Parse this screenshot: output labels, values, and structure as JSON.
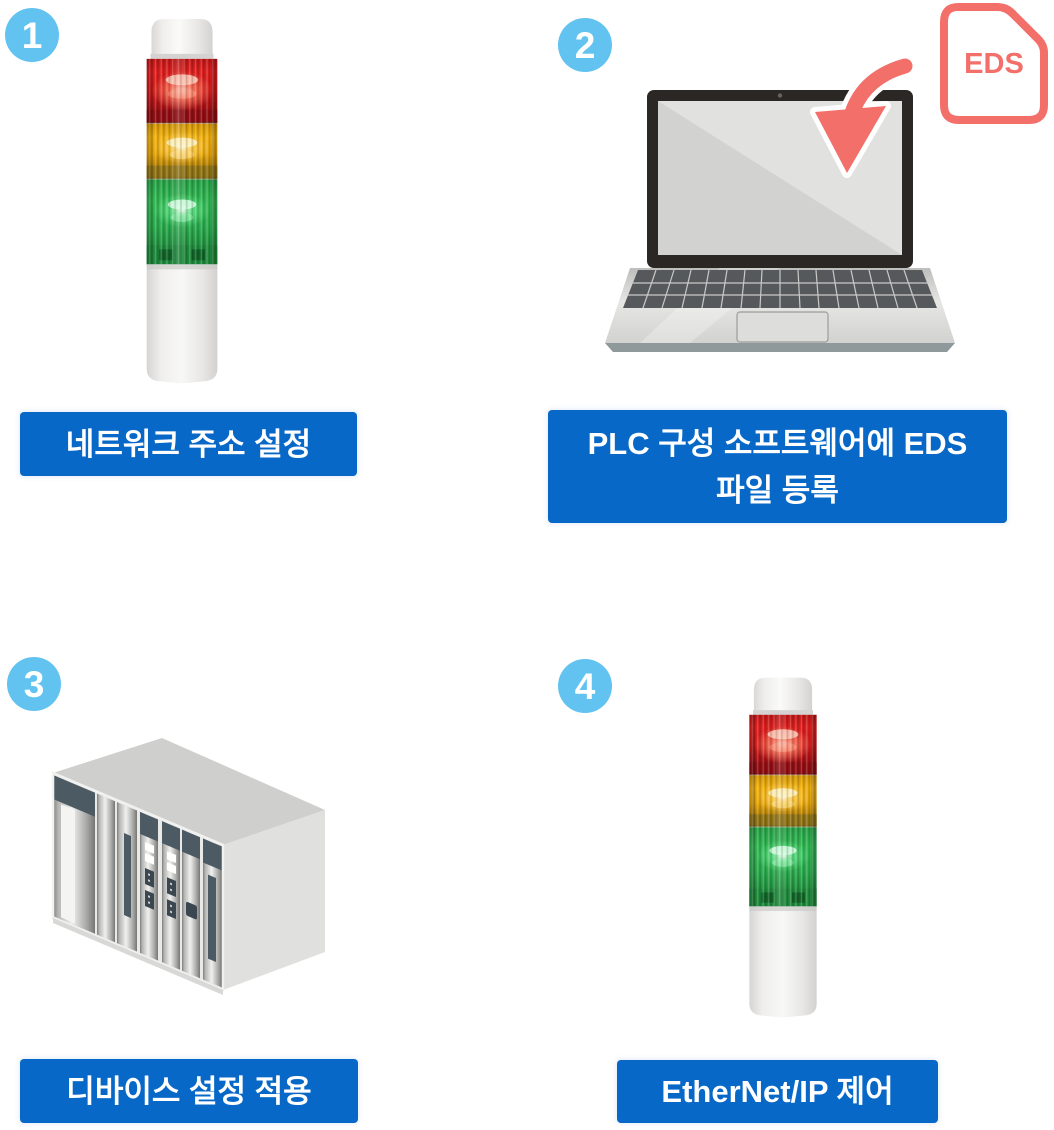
{
  "diagram": {
    "title_hint": "EtherNet/IP signal tower setup steps",
    "colors": {
      "label_blue": "#0768C8",
      "badge_blue": "#62C3F0",
      "coral_red": "#F36F6A",
      "tower_red": "#D01A1A",
      "tower_amber": "#E4A40A",
      "tower_green": "#2BAB4E"
    },
    "steps": [
      {
        "number": "1",
        "label": "네트워크 주소 설정",
        "illustration": "signal-tower"
      },
      {
        "number": "2",
        "label_line1": "PLC 구성 소프트웨어에 EDS",
        "label_line2": "파일 등록",
        "illustration": "laptop-with-eds-file",
        "eds_file_label": "EDS"
      },
      {
        "number": "3",
        "label": "디바이스 설정 적용",
        "illustration": "plc-controller"
      },
      {
        "number": "4",
        "label": "EtherNet/IP 제어",
        "illustration": "signal-tower"
      }
    ]
  }
}
